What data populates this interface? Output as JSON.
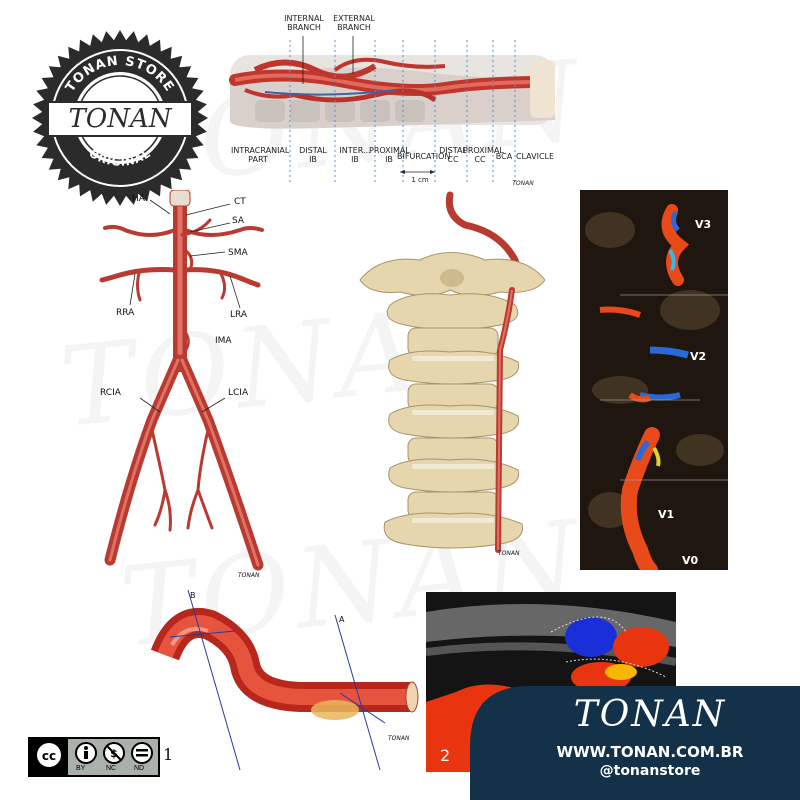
{
  "watermark": "TONAN",
  "badge": {
    "top_text": "TONAN STORE",
    "center_text": "TONAN",
    "bottom_text": "ORIGINAL"
  },
  "top_panel": {
    "top_labels": [
      "INTERNAL\nBRANCH",
      "EXTERNAL\nBRANCH"
    ],
    "bottom_labels": [
      "INTRACRANIAL\nPART",
      "DISTAL\nIB",
      "INTER...\nIB",
      "PROXIMAL\nIB",
      "BIFURCATION",
      "DISTAL\nCC",
      "PROXIMAL\nCC",
      "BCA",
      "CLAVICLE"
    ],
    "scale": "1 cm",
    "signature": "TONAN"
  },
  "aorta_panel": {
    "labels": {
      "ha": "HA",
      "ct": "CT",
      "sa": "SA",
      "sma": "SMA",
      "rra": "RRA",
      "lra": "LRA",
      "ima": "IMA",
      "rcia": "RCIA",
      "lcia": "LCIA"
    },
    "signature": "TONAN"
  },
  "spine_panel": {
    "signature": "TONAN"
  },
  "ultrasound_panel": {
    "labels": [
      "V3",
      "V2",
      "V1",
      "V0"
    ]
  },
  "bend_panel": {
    "label_b": "B",
    "label_a": "A",
    "signature": "TONAN"
  },
  "doppler_panel": {
    "number": "2"
  },
  "license": {
    "by": "BY",
    "nc": "NC",
    "nd": "ND",
    "number": "1"
  },
  "footer": {
    "brand": "TONAN",
    "url": "WWW.TONAN.COM.BR",
    "handle": "@tonanstore",
    "bg_color": "#13324a"
  }
}
